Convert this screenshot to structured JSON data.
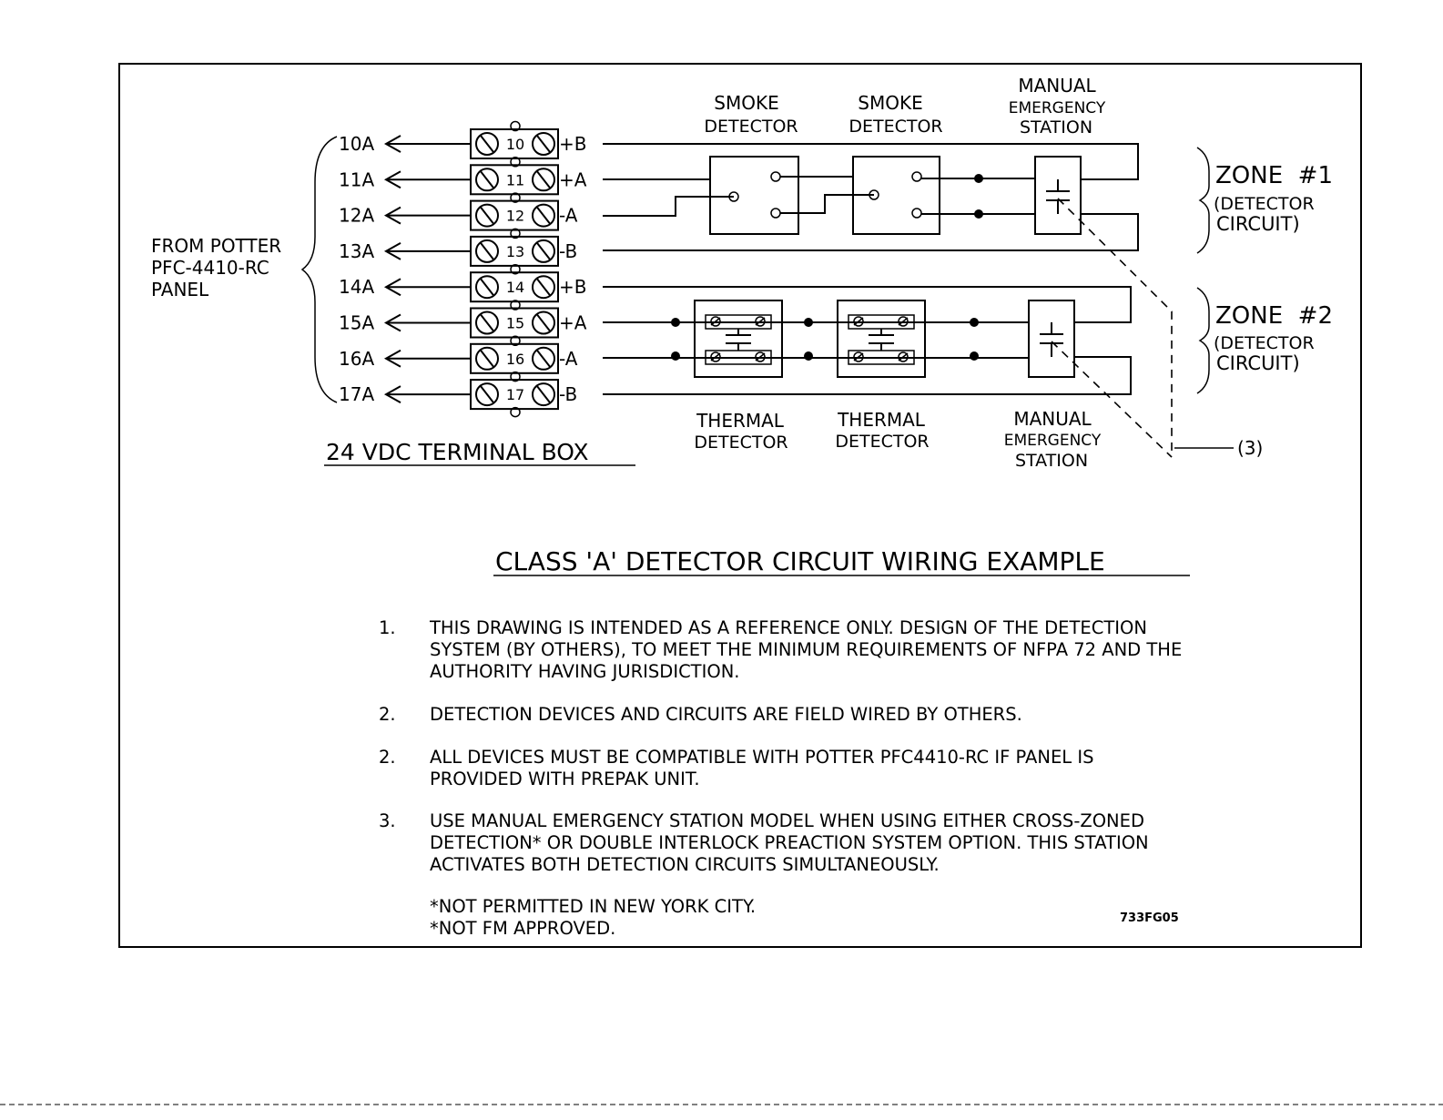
{
  "panel_label": [
    "FROM POTTER",
    "PFC-4410-RC",
    "PANEL"
  ],
  "wires": [
    {
      "id": "10A",
      "num": "10",
      "polarity": "+B"
    },
    {
      "id": "11A",
      "num": "11",
      "polarity": "+A"
    },
    {
      "id": "12A",
      "num": "12",
      "polarity": "-A"
    },
    {
      "id": "13A",
      "num": "13",
      "polarity": "-B"
    },
    {
      "id": "14A",
      "num": "14",
      "polarity": "+B"
    },
    {
      "id": "15A",
      "num": "15",
      "polarity": "+A"
    },
    {
      "id": "16A",
      "num": "16",
      "polarity": "-A"
    },
    {
      "id": "17A",
      "num": "17",
      "polarity": "-B"
    }
  ],
  "terminal_box_label": "24 VDC TERMINAL BOX",
  "devices": {
    "smoke_1": [
      "SMOKE",
      "DETECTOR"
    ],
    "smoke_2": [
      "SMOKE",
      "DETECTOR"
    ],
    "manual_top": [
      "MANUAL",
      "EMERGENCY",
      "STATION"
    ],
    "thermal_1": [
      "THERMAL",
      "DETECTOR"
    ],
    "thermal_2": [
      "THERMAL",
      "DETECTOR"
    ],
    "manual_bottom": [
      "MANUAL",
      "EMERGENCY",
      "STATION"
    ]
  },
  "zones": [
    {
      "title": "ZONE  #1",
      "sub1": "(DETECTOR",
      "sub2": "CIRCUIT)"
    },
    {
      "title": "ZONE  #2",
      "sub1": "(DETECTOR",
      "sub2": "CIRCUIT)"
    }
  ],
  "callout": "(3)",
  "diagram_title": "CLASS 'A' DETECTOR CIRCUIT WIRING EXAMPLE",
  "notes": [
    {
      "num": "1.",
      "lines": [
        "THIS DRAWING IS INTENDED AS A REFERENCE ONLY. DESIGN OF THE DETECTION",
        "SYSTEM (BY OTHERS), TO MEET THE MINIMUM REQUIREMENTS OF NFPA 72 AND THE",
        "AUTHORITY HAVING JURISDICTION."
      ]
    },
    {
      "num": "2.",
      "lines": [
        "DETECTION DEVICES AND CIRCUITS ARE FIELD WIRED BY OTHERS."
      ]
    },
    {
      "num": "2.",
      "lines": [
        "ALL DEVICES MUST BE COMPATIBLE WITH POTTER PFC4410-RC IF PANEL IS",
        "PROVIDED WITH PREPAK UNIT."
      ]
    },
    {
      "num": "3.",
      "lines": [
        "USE MANUAL EMERGENCY STATION MODEL WHEN USING EITHER CROSS-ZONED",
        "DETECTION* OR DOUBLE INTERLOCK PREACTION SYSTEM OPTION. THIS STATION",
        "ACTIVATES BOTH DETECTION CIRCUITS SIMULTANEOUSLY."
      ]
    }
  ],
  "footnotes": [
    "*NOT PERMITTED IN NEW YORK CITY.",
    "*NOT FM APPROVED."
  ],
  "drawing_code": "733FG05"
}
